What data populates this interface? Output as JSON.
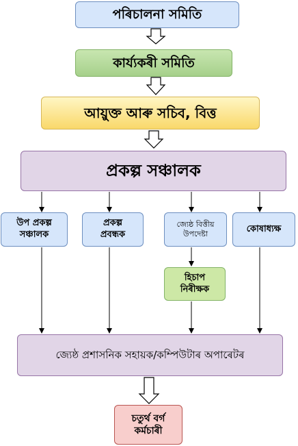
{
  "nodes": {
    "governing_council": "পৰিচালনা সমিতি",
    "executive_committee": "কাৰ্য্যকৰী সমিতি",
    "commissioner_secretary": "আয়ুক্ত আৰু সচিব, বিত্ত",
    "project_director": "প্ৰকল্প সঞ্চালক",
    "deputy_project_director": "উপ প্ৰকল্প সঞ্চালক",
    "project_manager": "প্ৰকল্প প্ৰবন্ধক",
    "senior_financial_advisor": "জ্যেষ্ঠ বিত্তীয় উপদেষ্টা",
    "treasurer": "কোষাধ্যক্ষ",
    "audit_inspector": "হিচাপ নিৰীক্ষক",
    "senior_admin_assistant": "জ্যেষ্ঠ প্ৰশাসনিক সহায়ক/কম্পিউটাৰ অপাৰেটৰ",
    "fourth_grade_staff": "চতুৰ্থ বৰ্গ কৰ্মচাৰী"
  },
  "colors": {
    "blue_fill": "#d6e6fb",
    "green_fill": "#a6d08b",
    "yellow_fill": "#f9d86a",
    "purple_fill": "#e1d5e7",
    "lime_fill": "#cde8a6",
    "red_fill": "#f8cecc"
  }
}
